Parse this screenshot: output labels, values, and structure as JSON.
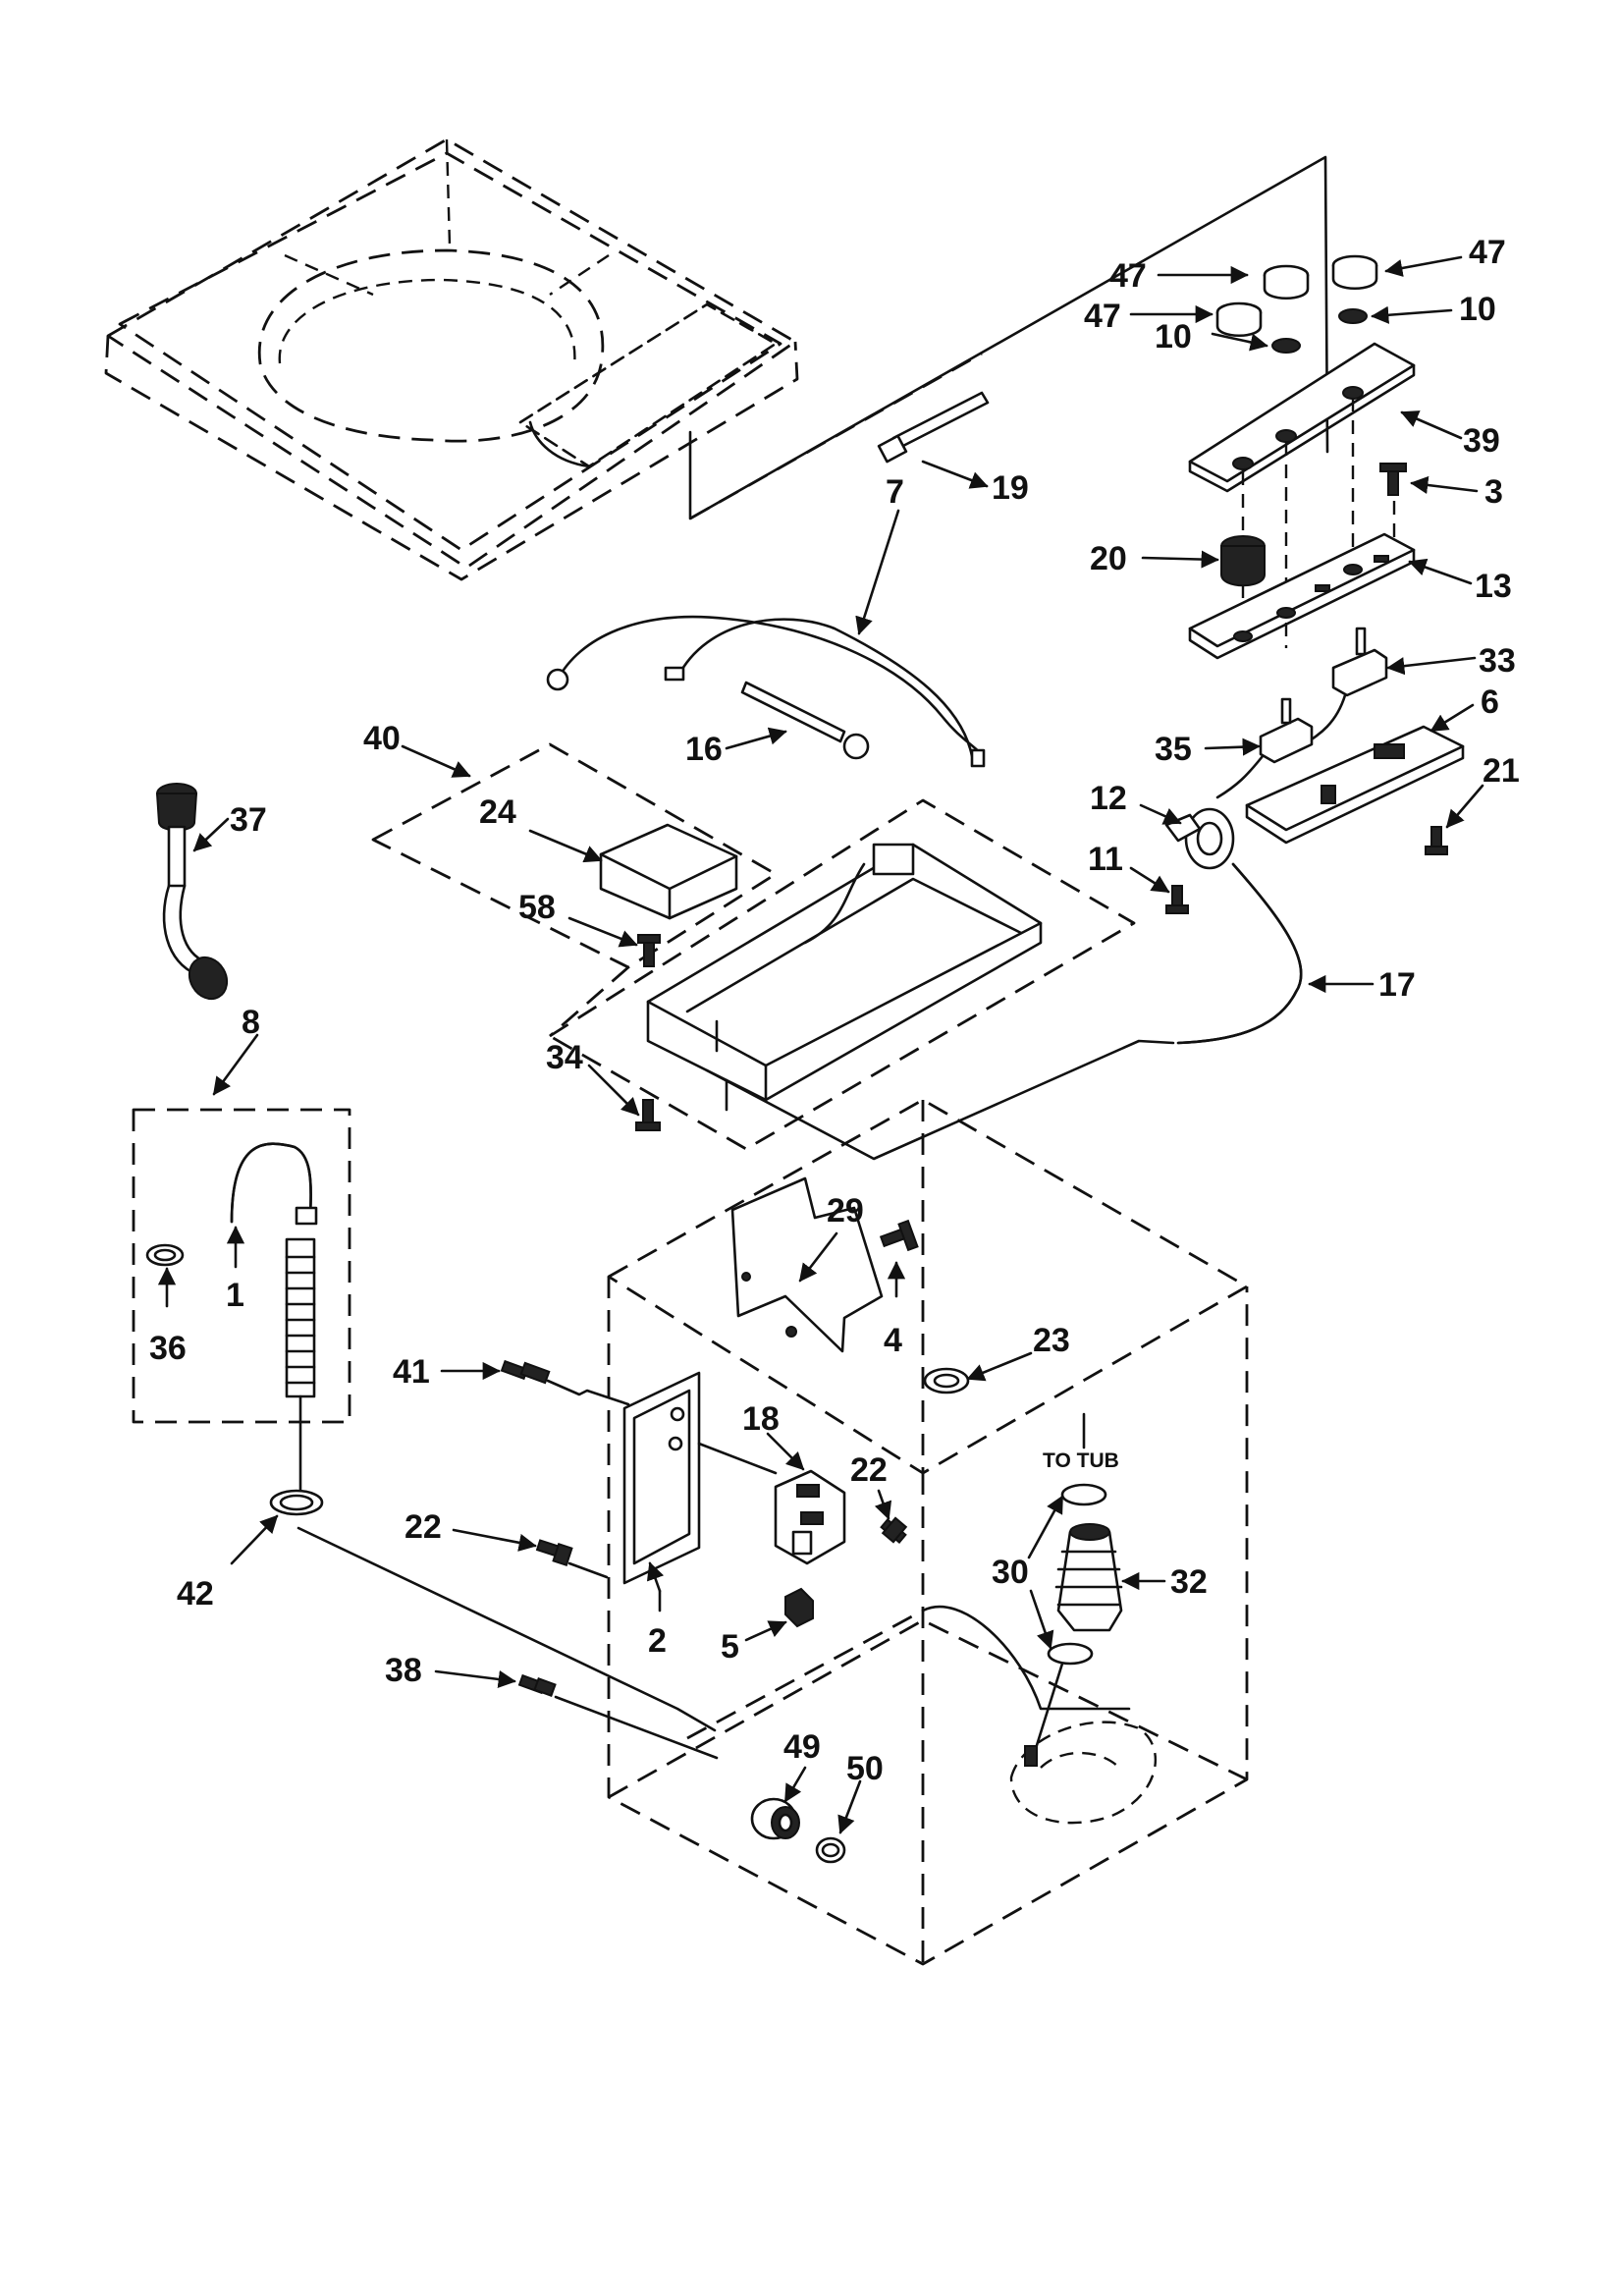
{
  "labels": {
    "p1": "1",
    "p2": "2",
    "p3": "3",
    "p4": "4",
    "p5": "5",
    "p6": "6",
    "p7": "7",
    "p8": "8",
    "p10a": "10",
    "p10b": "10",
    "p11": "11",
    "p12": "12",
    "p13": "13",
    "p16": "16",
    "p17": "17",
    "p18": "18",
    "p19": "19",
    "p20": "20",
    "p21": "21",
    "p22a": "22",
    "p22b": "22",
    "p23": "23",
    "p24": "24",
    "p29": "29",
    "p30": "30",
    "p32": "32",
    "p33": "33",
    "p34": "34",
    "p35": "35",
    "p36": "36",
    "p37": "37",
    "p38": "38",
    "p39": "39",
    "p40": "40",
    "p41": "41",
    "p42": "42",
    "p47a": "47",
    "p47b": "47",
    "p47c": "47",
    "p49": "49",
    "p50": "50",
    "p58": "58"
  },
  "annotations": {
    "to_tub": "TO TUB"
  }
}
